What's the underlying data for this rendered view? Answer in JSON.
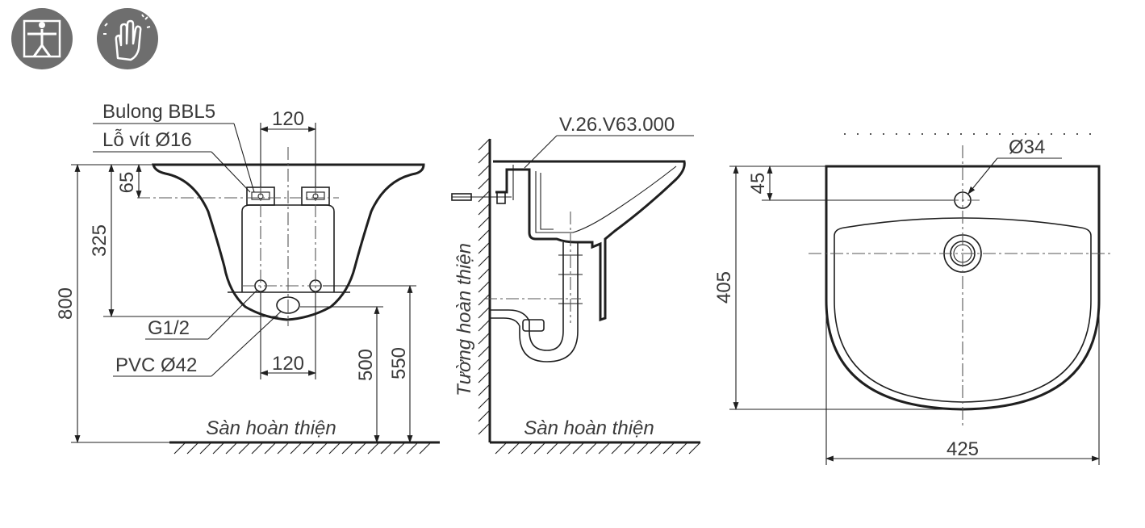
{
  "icons": [
    "ergonomic-body-icon",
    "easy-clean-hand-icon"
  ],
  "front_view": {
    "label_bolt": "Bulong BBL5",
    "label_screw": "Lỗ vít Ø16",
    "label_g": "G1/2",
    "label_pvc": "PVC Ø42",
    "floor": "Sàn hoàn thiện",
    "dim_top_120": "120",
    "dim_bottom_120": "120",
    "dim_65": "65",
    "dim_325": "325",
    "dim_800": "800",
    "dim_500": "500",
    "dim_550": "550"
  },
  "side_view": {
    "code": "V.26.V63.000",
    "wall": "Tường hoàn thiện",
    "floor": "Sàn hoàn thiện"
  },
  "top_view": {
    "dim_hole": "Ø34",
    "dim_45": "45",
    "dim_405": "405",
    "dim_425": "425"
  },
  "colors": {
    "line": "#1f1f1f",
    "text": "#3a3a3a",
    "icon_bg": "#6e6e6e"
  }
}
